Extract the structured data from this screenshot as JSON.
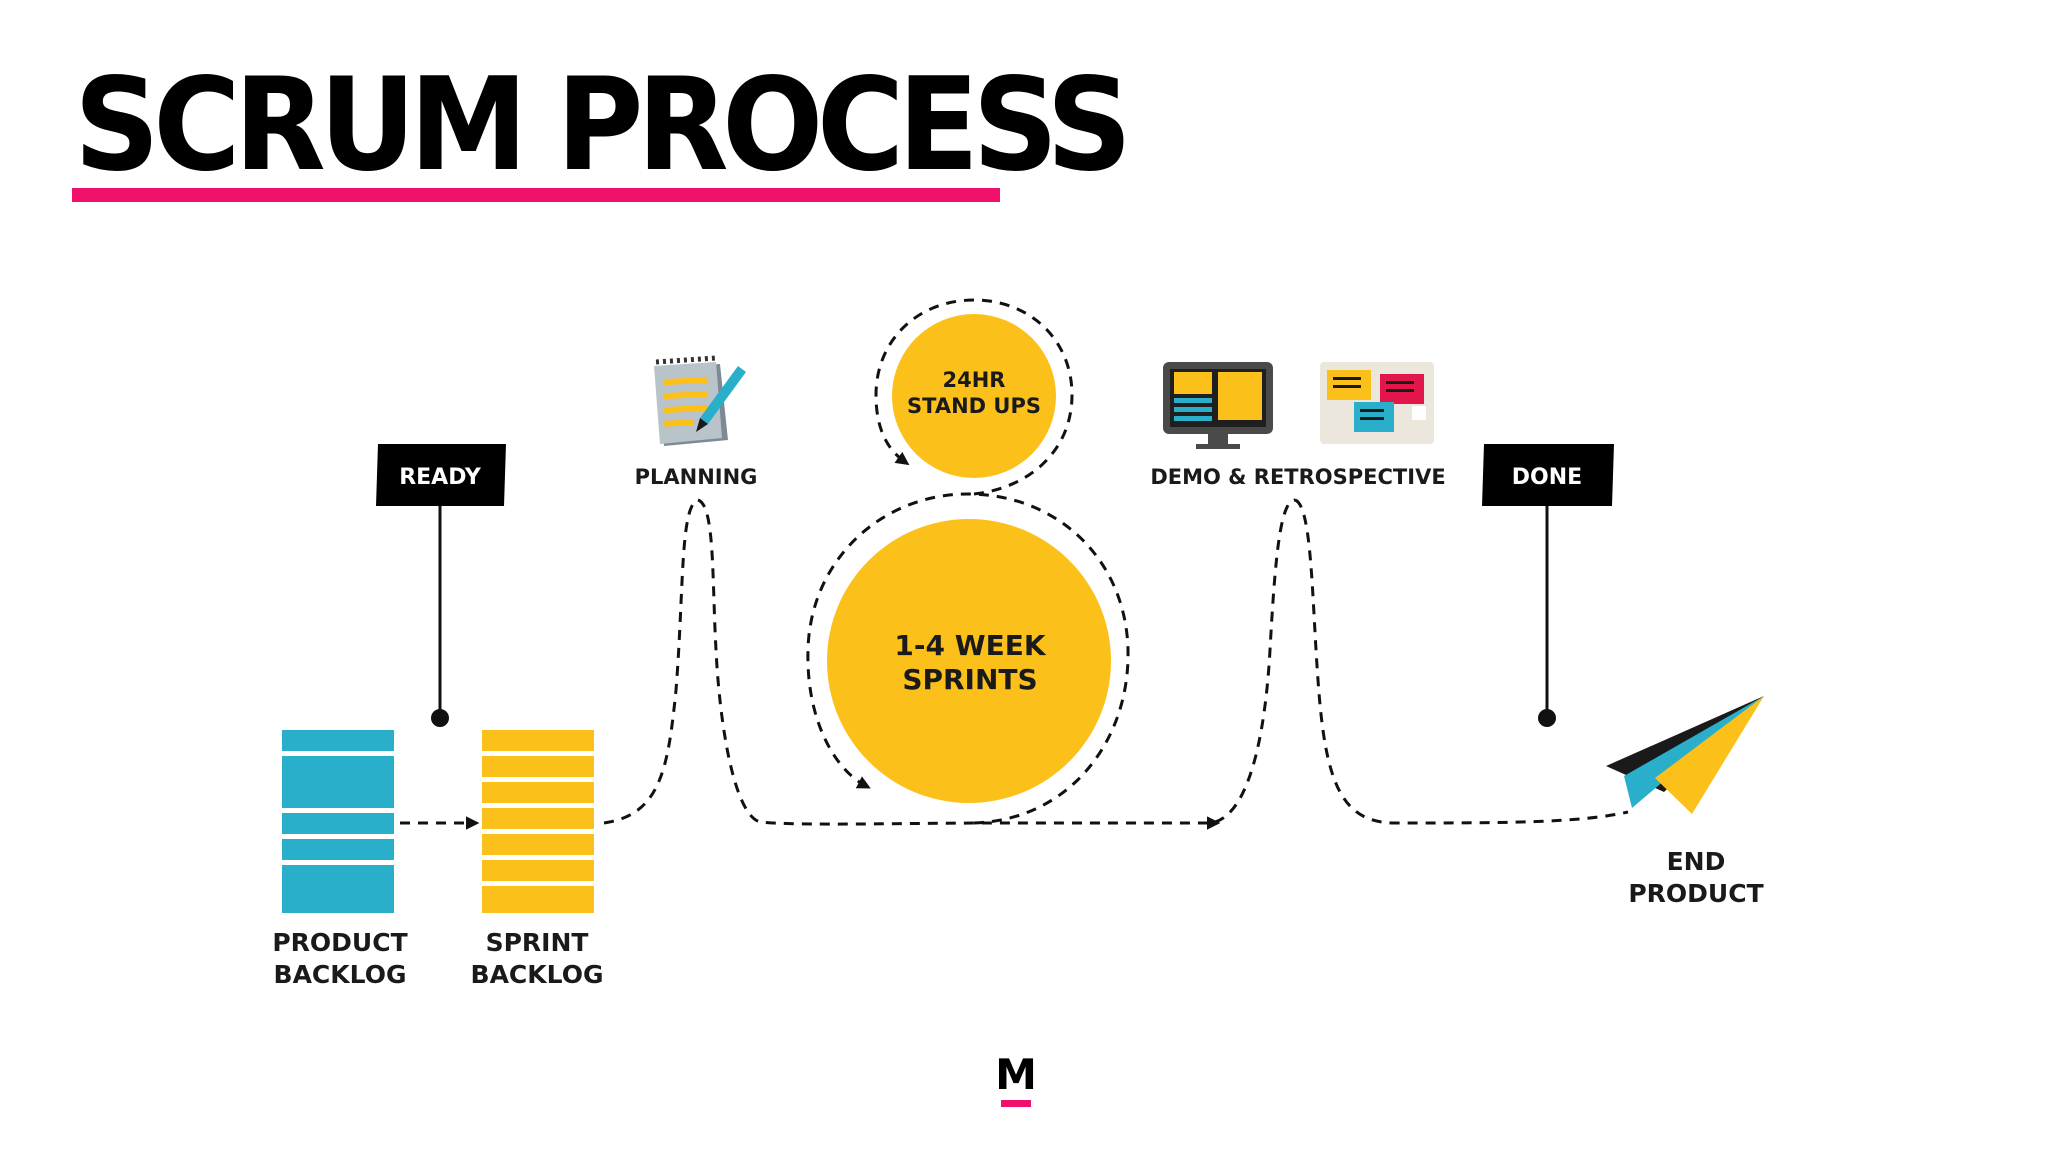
{
  "slide": {
    "title": "SCRUM PROCESS",
    "accent_color": "#f0116a"
  },
  "tags": {
    "ready": "READY",
    "done": "DONE"
  },
  "labels": {
    "product_backlog_line1": "PRODUCT",
    "product_backlog_line2": "BACKLOG",
    "sprint_backlog_line1": "SPRINT",
    "sprint_backlog_line2": "BACKLOG",
    "planning": "PLANNING",
    "standups_line1": "24HR",
    "standups_line2": "STAND UPS",
    "sprints_line1": "1-4 WEEK",
    "sprints_line2": "SPRINTS",
    "demo_retro": "DEMO & RETROSPECTIVE",
    "end_product_line1": "END",
    "end_product_line2": "PRODUCT"
  },
  "icons": [
    "notepad-pencil-icon",
    "monitor-dashboard-icon",
    "sticky-notes-icon",
    "paper-plane-icon"
  ],
  "colors": {
    "blue": "#2aafca",
    "yellow": "#fbc01a",
    "red": "#e2164a",
    "black": "#000000"
  },
  "logo": {
    "letter": "M"
  }
}
